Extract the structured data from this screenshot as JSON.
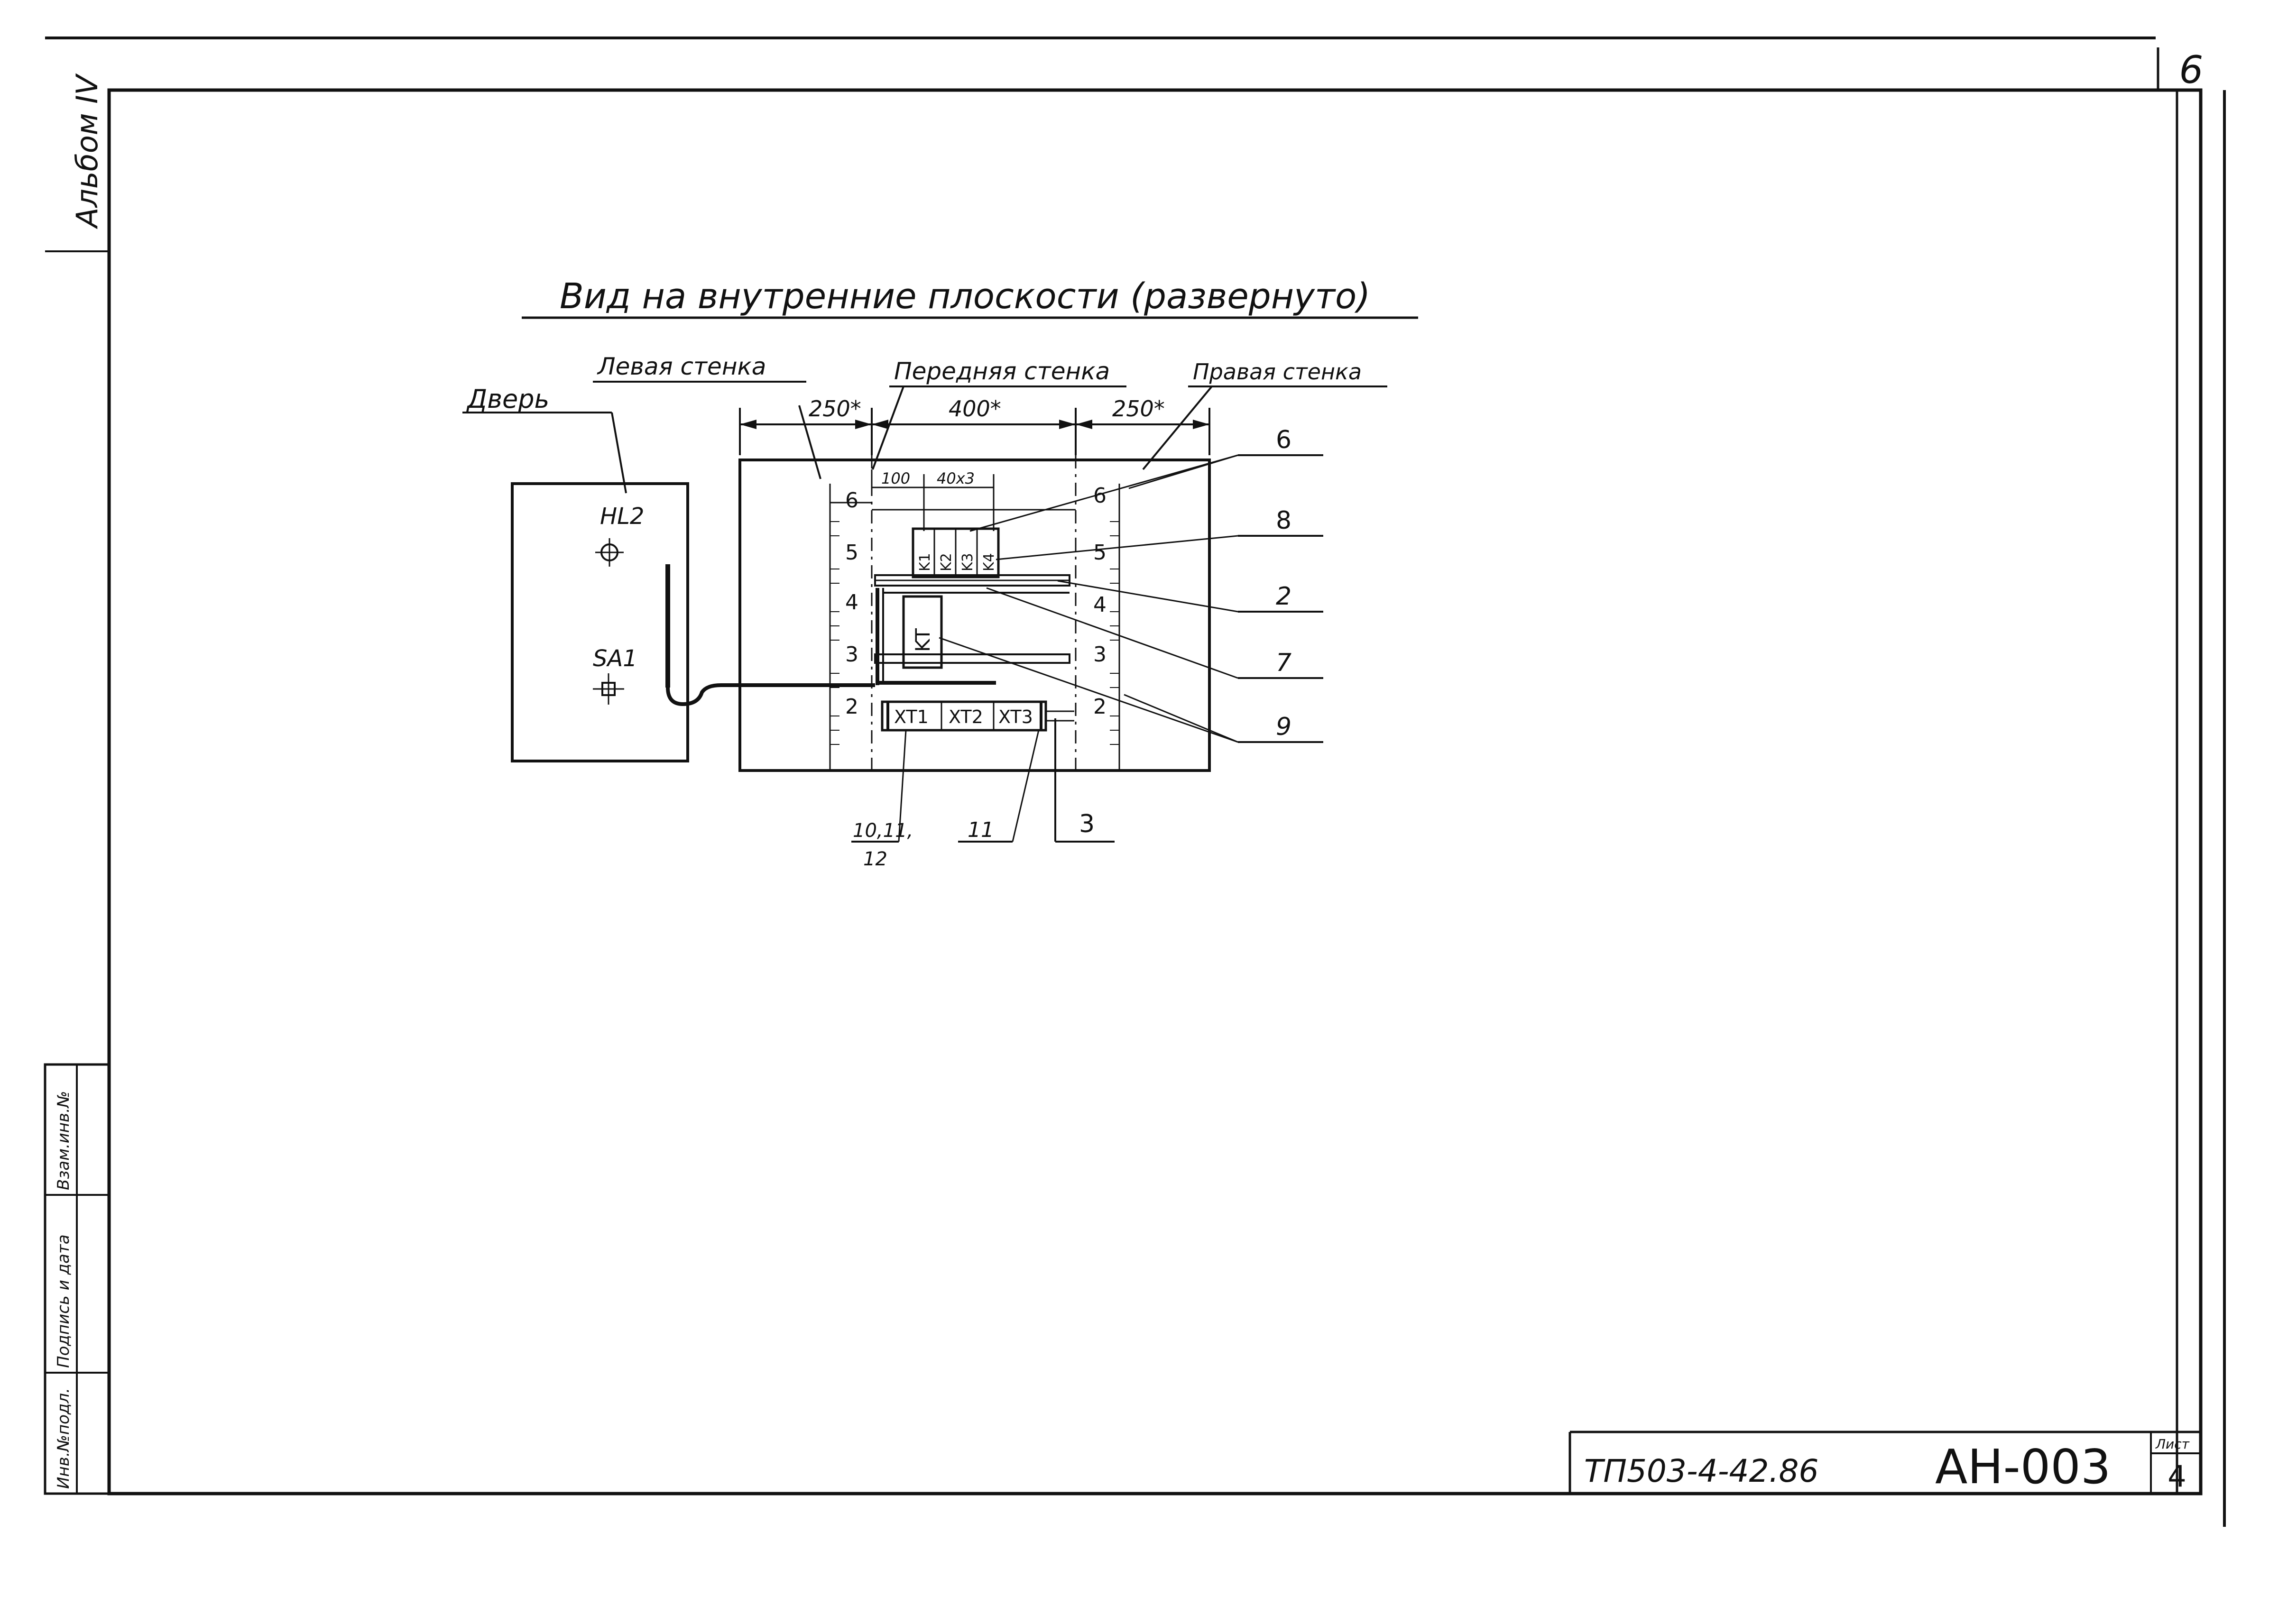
{
  "sheet": {
    "corner_number": "6",
    "album_label": "Альбом IV",
    "title": "Вид на внутренние плоскости (развернуто)"
  },
  "side_stamp": {
    "cells": [
      "Инв.№подл.",
      "Подпись и дата",
      "Взам.инв.№"
    ]
  },
  "title_block": {
    "doc_code": "ТП503-4-42.86",
    "sheet_code": "АН-003",
    "sheet_label": "Лист",
    "sheet_number": "4"
  },
  "drawing": {
    "labels": {
      "door": "Дверь",
      "left_wall": "Левая стенка",
      "front_wall": "Передняя стенка",
      "right_wall": "Правая стенка"
    },
    "dimensions": {
      "left": "250*",
      "front": "400*",
      "right": "250*",
      "offset": "100",
      "spacing": "40x3"
    },
    "door_items": [
      "HL2",
      "SA1"
    ],
    "relays": [
      "K1",
      "K2",
      "K3",
      "K4"
    ],
    "timer": "KT",
    "terminals": [
      "XT1",
      "XT2",
      "XT3"
    ],
    "rail_numbers_left": [
      "6",
      "5",
      "4",
      "3",
      "2"
    ],
    "rail_numbers_right": [
      "6",
      "5",
      "4",
      "3",
      "2"
    ],
    "leader_numbers": [
      "6",
      "8",
      "2",
      "7",
      "9",
      "3",
      "11",
      "10,11,",
      "12"
    ]
  }
}
